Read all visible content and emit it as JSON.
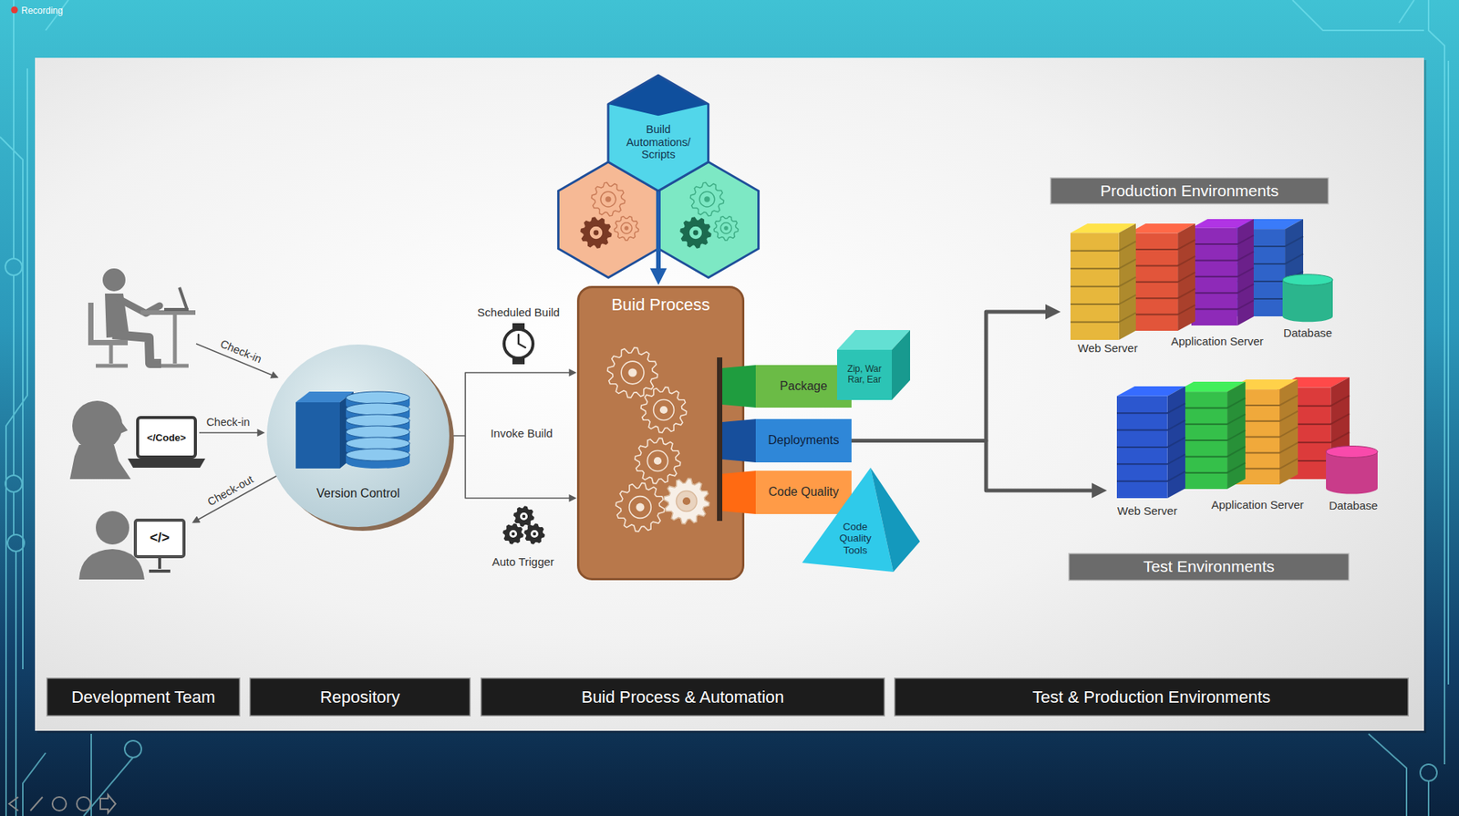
{
  "diagram": {
    "nodes": [
      {
        "text": [
          "Build Automations/ Scripts"
        ]
      },
      {
        "text": [
          "Production Environments"
        ]
      },
      {
        "text": [
          "Web Server"
        ]
      },
      {
        "text": [
          "Version Control"
        ]
      },
      {
        "text": [
          "Buid Process"
        ]
      },
      {
        "text": [
          "Package"
        ]
      },
      {
        "text": [
          "Zip, War Rar, Ear"
        ]
      },
      {
        "text": [
          "Deployments"
        ]
      },
      {
        "text": [
          "Web Server"
        ]
      },
      {
        "text": [
          "Code Quality"
        ]
      },
      {
        "text": [
          "Code Quality Tools"
        ]
      },
      {
        "text": [
          "Test Environments"
        ]
      },
      {
        "text": [
          "Development Team"
        ]
      },
      {
        "text": [
          "Repository"
        ]
      },
      {
        "text": [
          "Buid Process & Automation"
        ]
      },
      {
        "text": [
          "Test & Production Environments"
        ]
      }
    ],
    "edges": [
      {
        "from": 0,
        "to": 4,
        "arrow": "to"
      },
      {
        "from": 3,
        "to": 4,
        "arrow": "to"
      },
      {
        "from": 7,
        "to": 2,
        "arrow": "to"
      },
      {
        "from": 7,
        "to": 8,
        "arrow": "to"
      }
    ],
    "labels": [
      "Recording",
      "Check-in",
      "</Code>",
      "Check-in",
      "Check-out",
      "</>",
      "Scheduled Build",
      "Invoke Build",
      "Auto Trigger",
      "Application Server",
      "Database",
      "Application Server",
      "Database"
    ]
  }
}
